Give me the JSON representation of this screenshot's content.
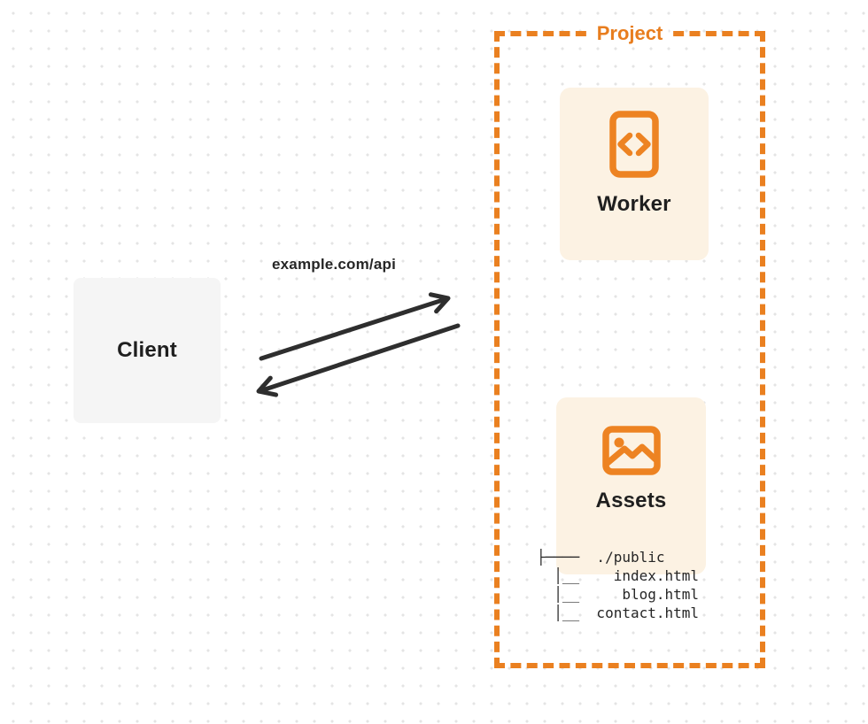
{
  "colors": {
    "accent_orange": "#ea8020",
    "card_cream": "#fcf2e3",
    "client_gray": "#f5f5f5",
    "ink": "#262626",
    "dot_grid": "#e4e4e4"
  },
  "client": {
    "label": "Client"
  },
  "connection": {
    "url_label": "example.com/api",
    "arrows": [
      "request-arrow-to-project",
      "response-arrow-to-client"
    ]
  },
  "project": {
    "label": "Project",
    "worker": {
      "label": "Worker",
      "icon": "code-document-icon"
    },
    "assets": {
      "label": "Assets",
      "icon": "image-icon"
    },
    "file_tree": {
      "lines": [
        "├────  ./public",
        "  │__    index.html",
        "  │__     blog.html",
        "  │__  contact.html"
      ]
    }
  }
}
